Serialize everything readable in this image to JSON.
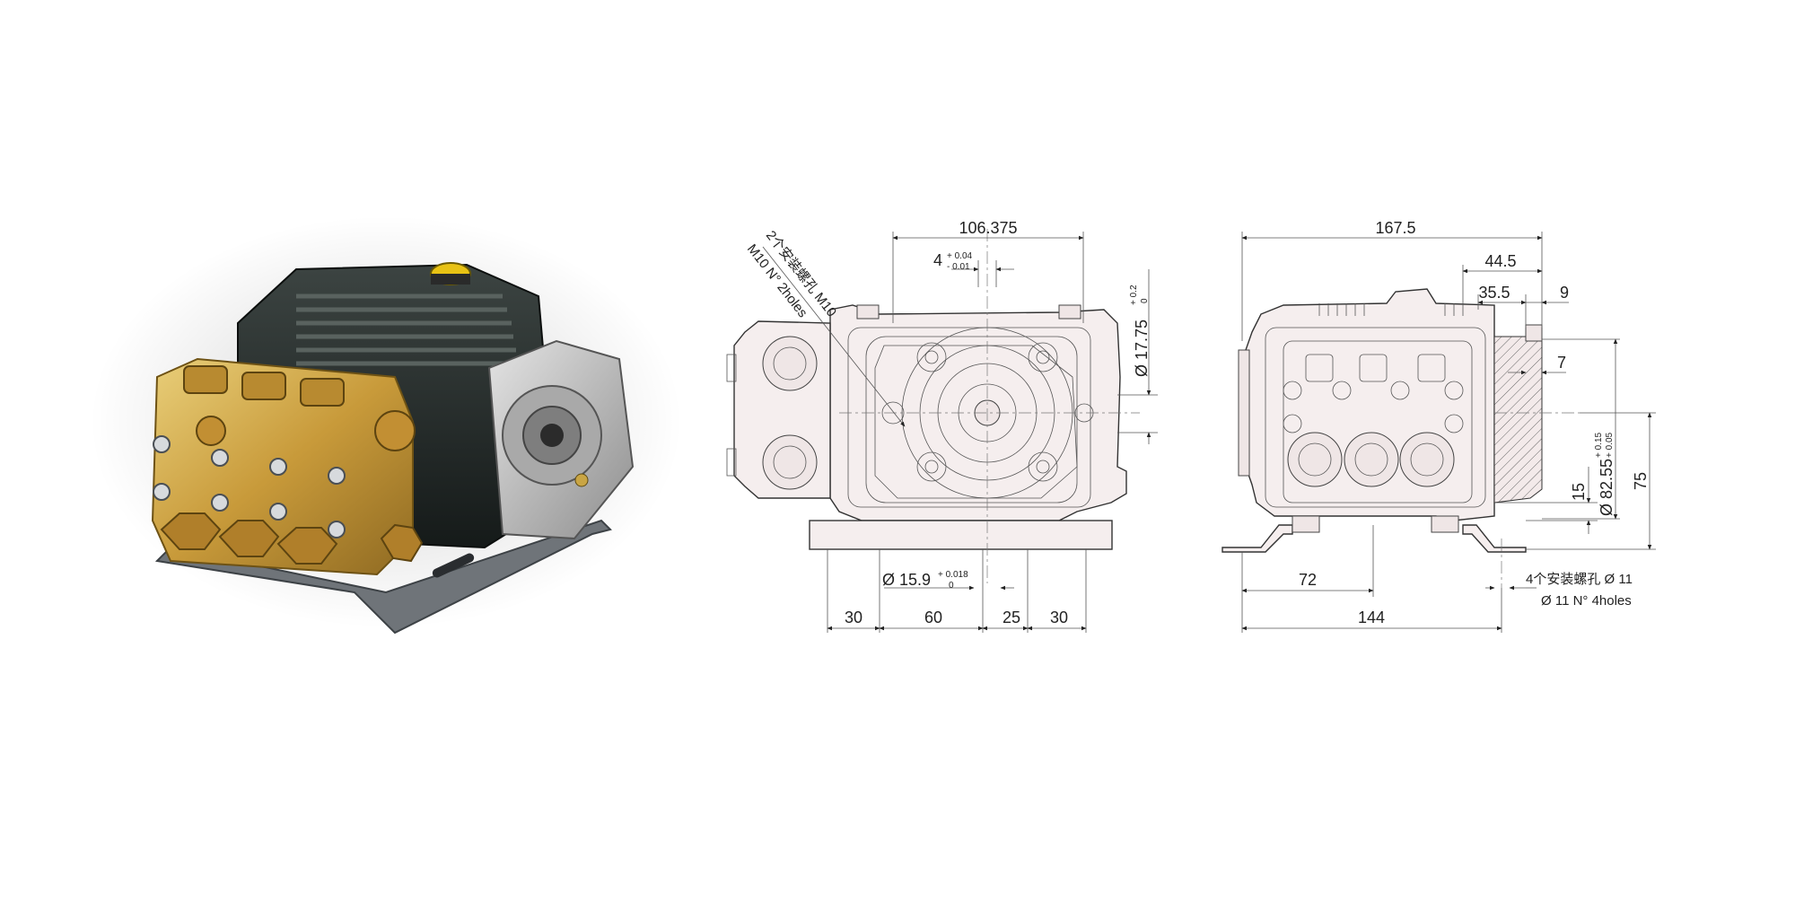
{
  "photo": {
    "alt": "Triplex plunger pump with brass manifold"
  },
  "front_view": {
    "dim_width": "106.375",
    "dim_key": "4",
    "dim_key_tol_upper": "+ 0.04",
    "dim_key_tol_lower": "- 0.01",
    "dim_shaft_height": "Ø 17.75",
    "dim_shaft_height_tol_upper": "+ 0.2",
    "dim_shaft_height_tol_lower": "0",
    "hole_note_cn": "2个安装螺孔 M10",
    "hole_note_en": "M10 N° 2holes",
    "dim_shaft": "Ø 15.9",
    "dim_shaft_tol_upper": "+ 0.018",
    "dim_shaft_tol_lower": "0",
    "dim_a": "30",
    "dim_b": "60",
    "dim_c": "25",
    "dim_d": "30"
  },
  "side_view": {
    "dim_length": "167.5",
    "dim_44_5": "44.5",
    "dim_35_5": "35.5",
    "dim_9": "9",
    "dim_7": "7",
    "dim_15": "15",
    "dim_flange": "Ø 82.55",
    "dim_flange_tol_upper": "+ 0.15",
    "dim_flange_tol_lower": "+ 0.05",
    "dim_75": "75",
    "dim_72": "72",
    "dim_144": "144",
    "hole_note_cn": "4个安装螺孔 Ø 11",
    "hole_note_en": "Ø 11 N° 4holes"
  }
}
